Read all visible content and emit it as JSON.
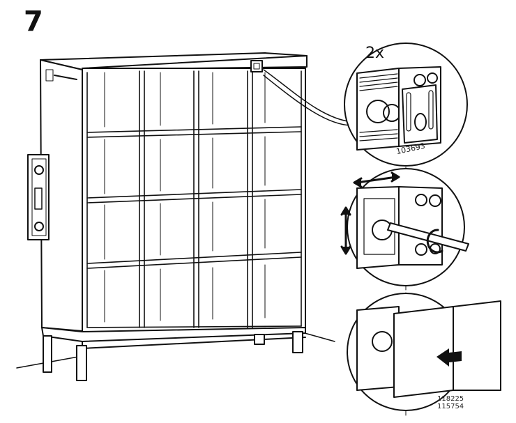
{
  "step_number": "7",
  "quantity_label": "2x",
  "part_numbers": {
    "detail_1": "103693",
    "detail_3_a": "118225",
    "detail_3_b": "115754"
  },
  "colors": {
    "line": "#111111",
    "background": "#ffffff"
  }
}
